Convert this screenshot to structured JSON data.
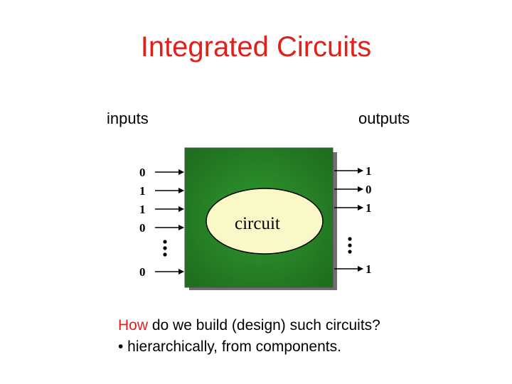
{
  "title": "Integrated Circuits",
  "labels": {
    "inputs": "inputs",
    "outputs": "outputs",
    "circuit": "circuit"
  },
  "input_bits": [
    "0",
    "1",
    "1",
    "0",
    "0"
  ],
  "output_bits": [
    "1",
    "0",
    "1",
    "1"
  ],
  "question": {
    "highlight": "How",
    "rest": " do we build (design) such circuits?"
  },
  "bullet": "• hierarchically, from components.",
  "colors": {
    "title": "#e0211b",
    "box": "#2e8b2e",
    "oval": "#fbf8c8"
  }
}
